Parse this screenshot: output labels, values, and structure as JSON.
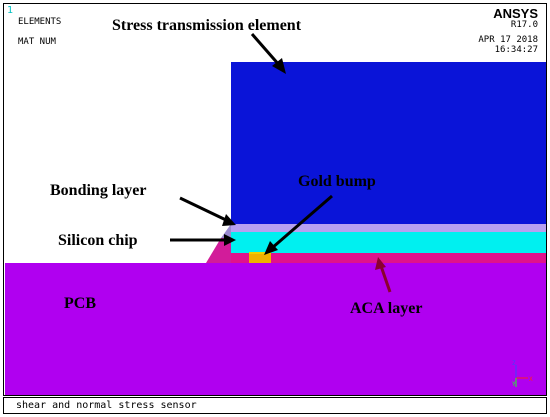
{
  "window": {
    "number": "1",
    "mode": "ELEMENTS",
    "display_option": "MAT  NUM"
  },
  "brand": {
    "name": "ANSYS",
    "version": "R17.0"
  },
  "datetime": {
    "date": "APR 17 2018",
    "time": "16:34:27"
  },
  "status_bar": {
    "title": "shear and normal stress sensor"
  },
  "labels": {
    "stress_element": "Stress  transmission element",
    "bonding_layer": "Bonding layer",
    "gold_bump": "Gold bump",
    "silicon_chip": "Silicon chip",
    "pcb": "PCB",
    "aca_layer": "ACA layer"
  },
  "triad": {
    "z": "Z",
    "y": "Y",
    "x": "X"
  },
  "colors": {
    "stress_element": "#0a14d8",
    "bonding_layer": "#b7a0f0",
    "silicon_chip": "#00f0f0",
    "gold_bump": "#f0b000",
    "aca_layer": "#e0128c",
    "pcb": "#b000f0",
    "arrow": "#000000",
    "aca_arrow": "#8b0030"
  }
}
